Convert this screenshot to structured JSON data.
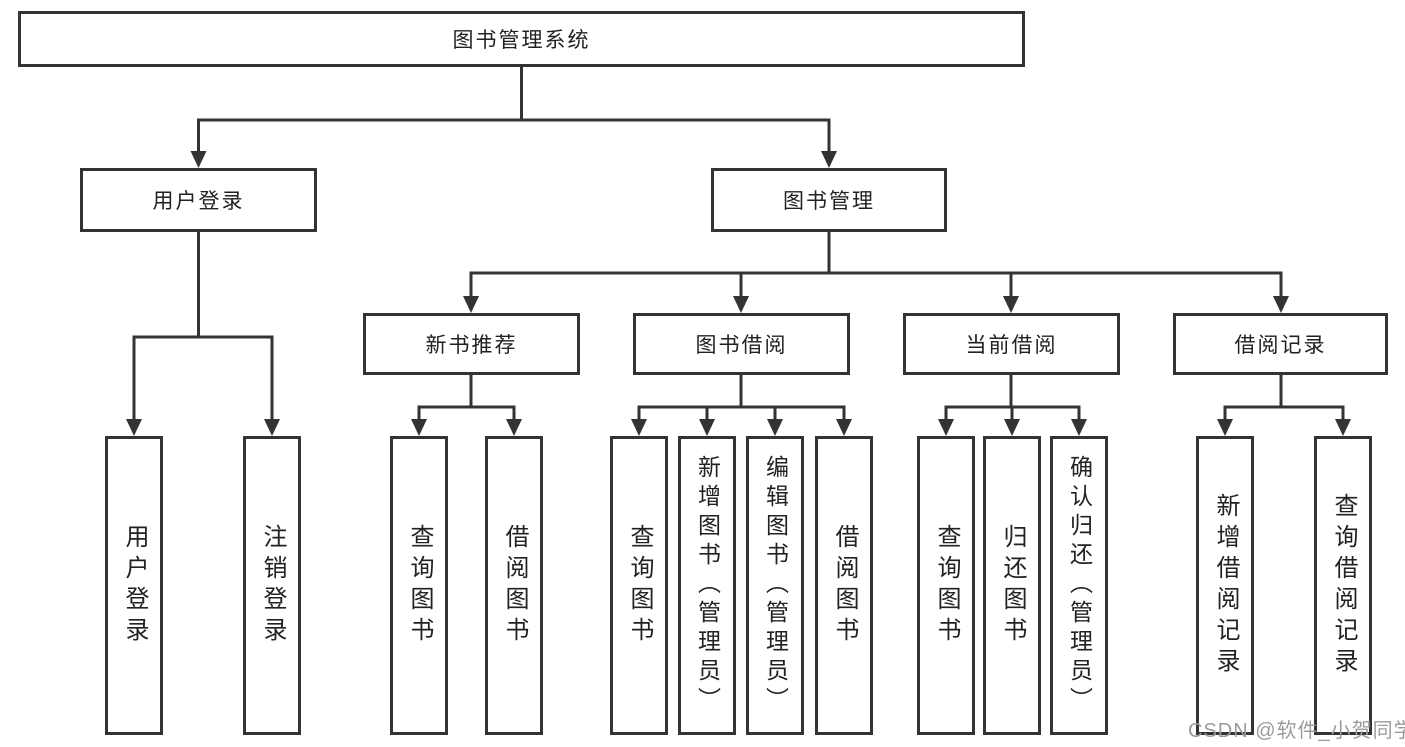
{
  "tree": {
    "label": "图书管理系统",
    "children": [
      {
        "label": "用户登录",
        "children": [
          {
            "label": "用户登录"
          },
          {
            "label": "注销登录"
          }
        ]
      },
      {
        "label": "图书管理",
        "children": [
          {
            "label": "新书推荐",
            "children": [
              {
                "label": "查询图书"
              },
              {
                "label": "借阅图书"
              }
            ]
          },
          {
            "label": "图书借阅",
            "children": [
              {
                "label": "查询图书"
              },
              {
                "label": "新增图书（管理员）"
              },
              {
                "label": "编辑图书（管理员）"
              },
              {
                "label": "借阅图书"
              }
            ]
          },
          {
            "label": "当前借阅",
            "children": [
              {
                "label": "查询图书"
              },
              {
                "label": "归还图书"
              },
              {
                "label": "确认归还（管理员）"
              }
            ]
          },
          {
            "label": "借阅记录",
            "children": [
              {
                "label": "新增借阅记录"
              },
              {
                "label": "查询借阅记录"
              }
            ]
          }
        ]
      }
    ]
  },
  "watermark": {
    "text": "CSDN @软件_小贺同学"
  },
  "colors": {
    "line": "#333333",
    "text": "#222222",
    "box_fill": "#ffffff",
    "watermark": "#9b9b9b"
  }
}
